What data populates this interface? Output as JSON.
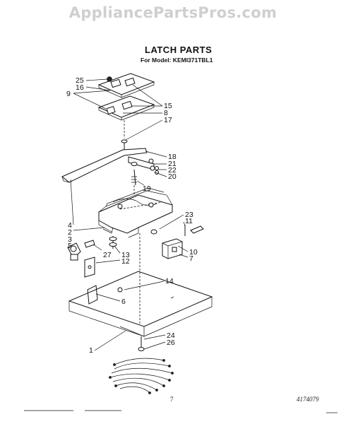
{
  "watermark": "AppliancePartsPros.com",
  "title": "LATCH PARTS",
  "model": "For Model: KEMI371TBL1",
  "page_number": "7",
  "document_number": "4174079",
  "callouts": {
    "c25": "25",
    "c16": "16",
    "c9": "9",
    "c15": "15",
    "c8": "8",
    "c17": "17",
    "c18": "18",
    "c21": "21",
    "c22": "22",
    "c20": "20",
    "c19": "19",
    "c4": "4",
    "c2": "2",
    "c3": "3",
    "c5": "5",
    "c27": "27",
    "c13": "13",
    "c12": "12",
    "c23": "23",
    "c11": "11",
    "c10": "10",
    "c7": "7",
    "c14": "14",
    "c6": "6",
    "c24": "24",
    "c26": "26",
    "c1": "1"
  }
}
